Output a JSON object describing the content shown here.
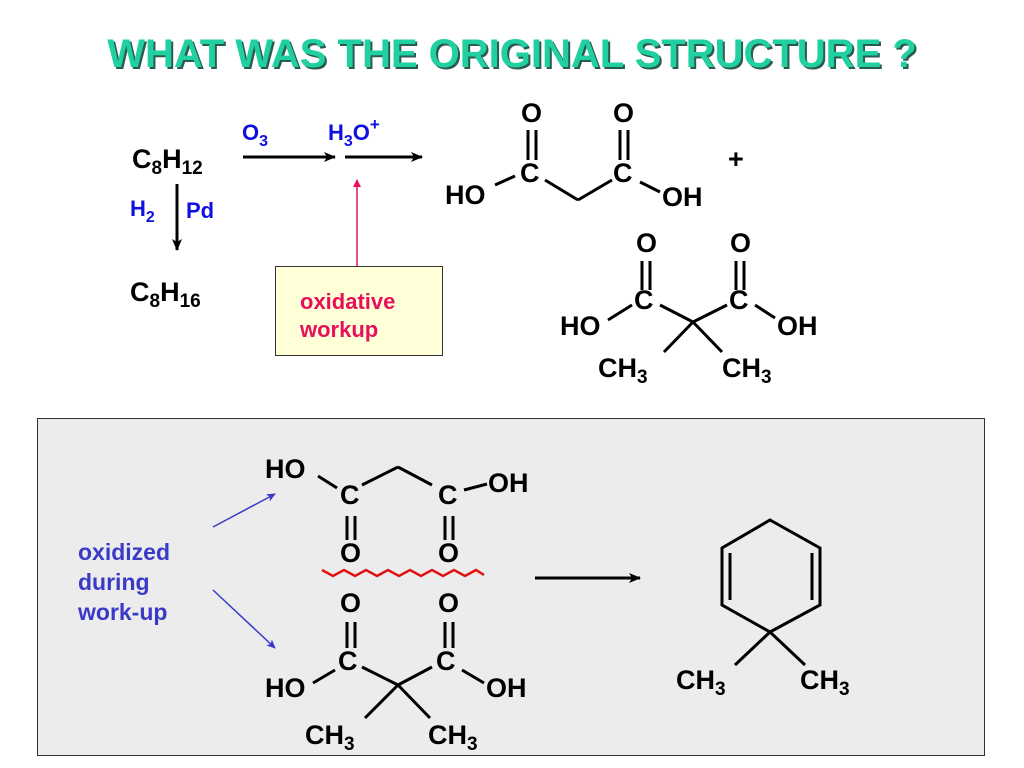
{
  "title": "WHAT WAS THE ORIGINAL STRUCTURE ?",
  "top": {
    "start": {
      "c": "C",
      "cn": "8",
      "h": "H",
      "hn": "12"
    },
    "hydrogenated": {
      "c": "C",
      "cn": "8",
      "h": "H",
      "hn": "16"
    },
    "reagent_h2": {
      "h": "H",
      "n": "2"
    },
    "reagent_pd": "Pd",
    "reagent_o3": {
      "o": "O",
      "n": "3"
    },
    "reagent_h3o": {
      "h": "H",
      "n": "3",
      "o": "O",
      "charge": "+"
    },
    "workup_note": [
      "oxidative",
      "workup"
    ],
    "plus": "+",
    "malonic": {
      "o1": "O",
      "o2": "O",
      "c1": "C",
      "c2": "C",
      "ho": "HO",
      "oh": "OH"
    },
    "dimethylmalonic": {
      "o1": "O",
      "o2": "O",
      "c1": "C",
      "c2": "C",
      "ho": "HO",
      "oh": "OH",
      "ch": "CH",
      "n": "3"
    }
  },
  "bottom": {
    "note": [
      "oxidized",
      "during",
      "work-up"
    ],
    "malonic": {
      "ho": "HO",
      "oh": "OH",
      "c1": "C",
      "c2": "C",
      "o1": "O",
      "o2": "O"
    },
    "dimethylmalonic": {
      "o1": "O",
      "o2": "O",
      "c1": "C",
      "c2": "C",
      "ho": "HO",
      "oh": "OH",
      "ch": "CH",
      "n": "3"
    },
    "product": {
      "ch": "CH",
      "n": "3"
    }
  },
  "colors": {
    "title": "#20d0a0",
    "reagent": "#1010e0",
    "workup": "#e8105a",
    "note": "#3a3ac8",
    "cut": "#e01010",
    "panel": "#ececec",
    "note_box": "#ffffd8"
  }
}
